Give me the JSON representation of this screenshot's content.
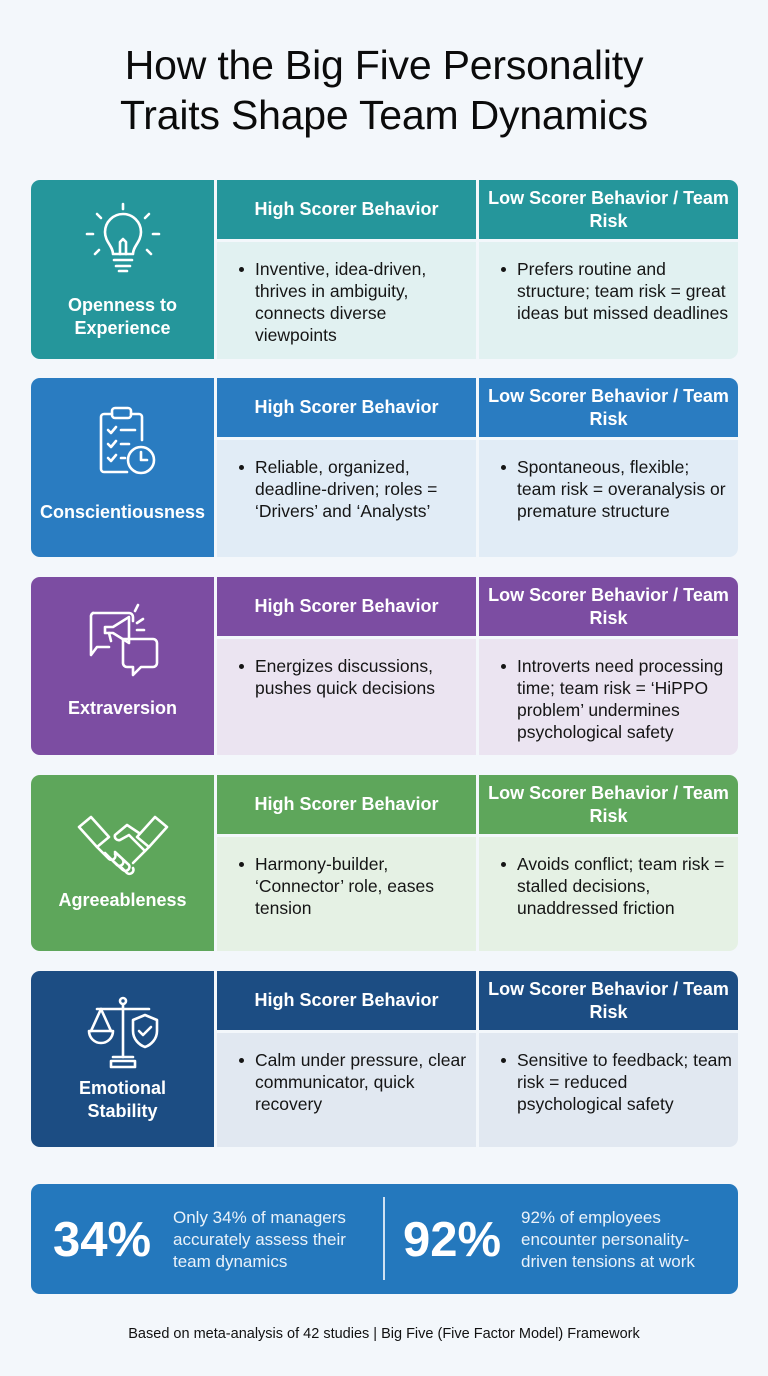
{
  "title": {
    "line1": "How the Big Five Personality",
    "line2": "Traits Shape Team Dynamics"
  },
  "traits": [
    {
      "name": "Openness to Experience",
      "icon": "lightbulb-icon",
      "color": "#25969b",
      "high_header": "High Scorer Behavior",
      "low_header": "Low Scorer Behavior / Team Risk",
      "high_text": "Inventive, idea-driven, thrives in ambiguity, connects diverse viewpoints",
      "low_text": "Prefers routine and structure; team risk = great ideas but missed deadlines"
    },
    {
      "name": "Conscientiousness",
      "icon": "checklist-clock-icon",
      "color": "#2a7cc1",
      "high_header": "High Scorer Behavior",
      "low_header": "Low Scorer Behavior / Team Risk",
      "high_text": "Reliable, organized, deadline-driven; roles = ‘Drivers’ and ‘Analysts’",
      "low_text": "Spontaneous, flexible; team risk = overanalysis or premature structure"
    },
    {
      "name": "Extraversion",
      "icon": "megaphone-chat-icon",
      "color": "#7c4da2",
      "high_header": "High Scorer Behavior",
      "low_header": "Low Scorer Behavior / Team Risk",
      "high_text": "Energizes discussions, pushes quick decisions",
      "low_text": "Introverts need processing time; team risk = ‘HiPPO problem’ undermines psychological safety"
    },
    {
      "name": "Agreeableness",
      "icon": "handshake-icon",
      "color": "#5ea65b",
      "high_header": "High Scorer Behavior",
      "low_header": "Low Scorer Behavior / Team Risk",
      "high_text": "Harmony-builder, ‘Connector’ role, eases tension",
      "low_text": "Avoids conflict; team risk = stalled decisions, unaddressed friction"
    },
    {
      "name": "Emotional Stability",
      "icon": "scale-shield-icon",
      "color": "#1c4d83",
      "high_header": "High Scorer Behavior",
      "low_header": "Low Scorer Behavior / Team Risk",
      "high_text": "Calm under pressure, clear communicator, quick recovery",
      "low_text": "Sensitive to feedback; team risk = reduced psychological safety"
    }
  ],
  "stats": [
    {
      "value": "34%",
      "text": "Only 34% of managers accurately assess their team dynamics"
    },
    {
      "value": "92%",
      "text": "92% of employees encounter personality-driven tensions at work"
    }
  ],
  "footer": "Based on meta-analysis of 42 studies | Big Five (Five Factor Model) Framework"
}
